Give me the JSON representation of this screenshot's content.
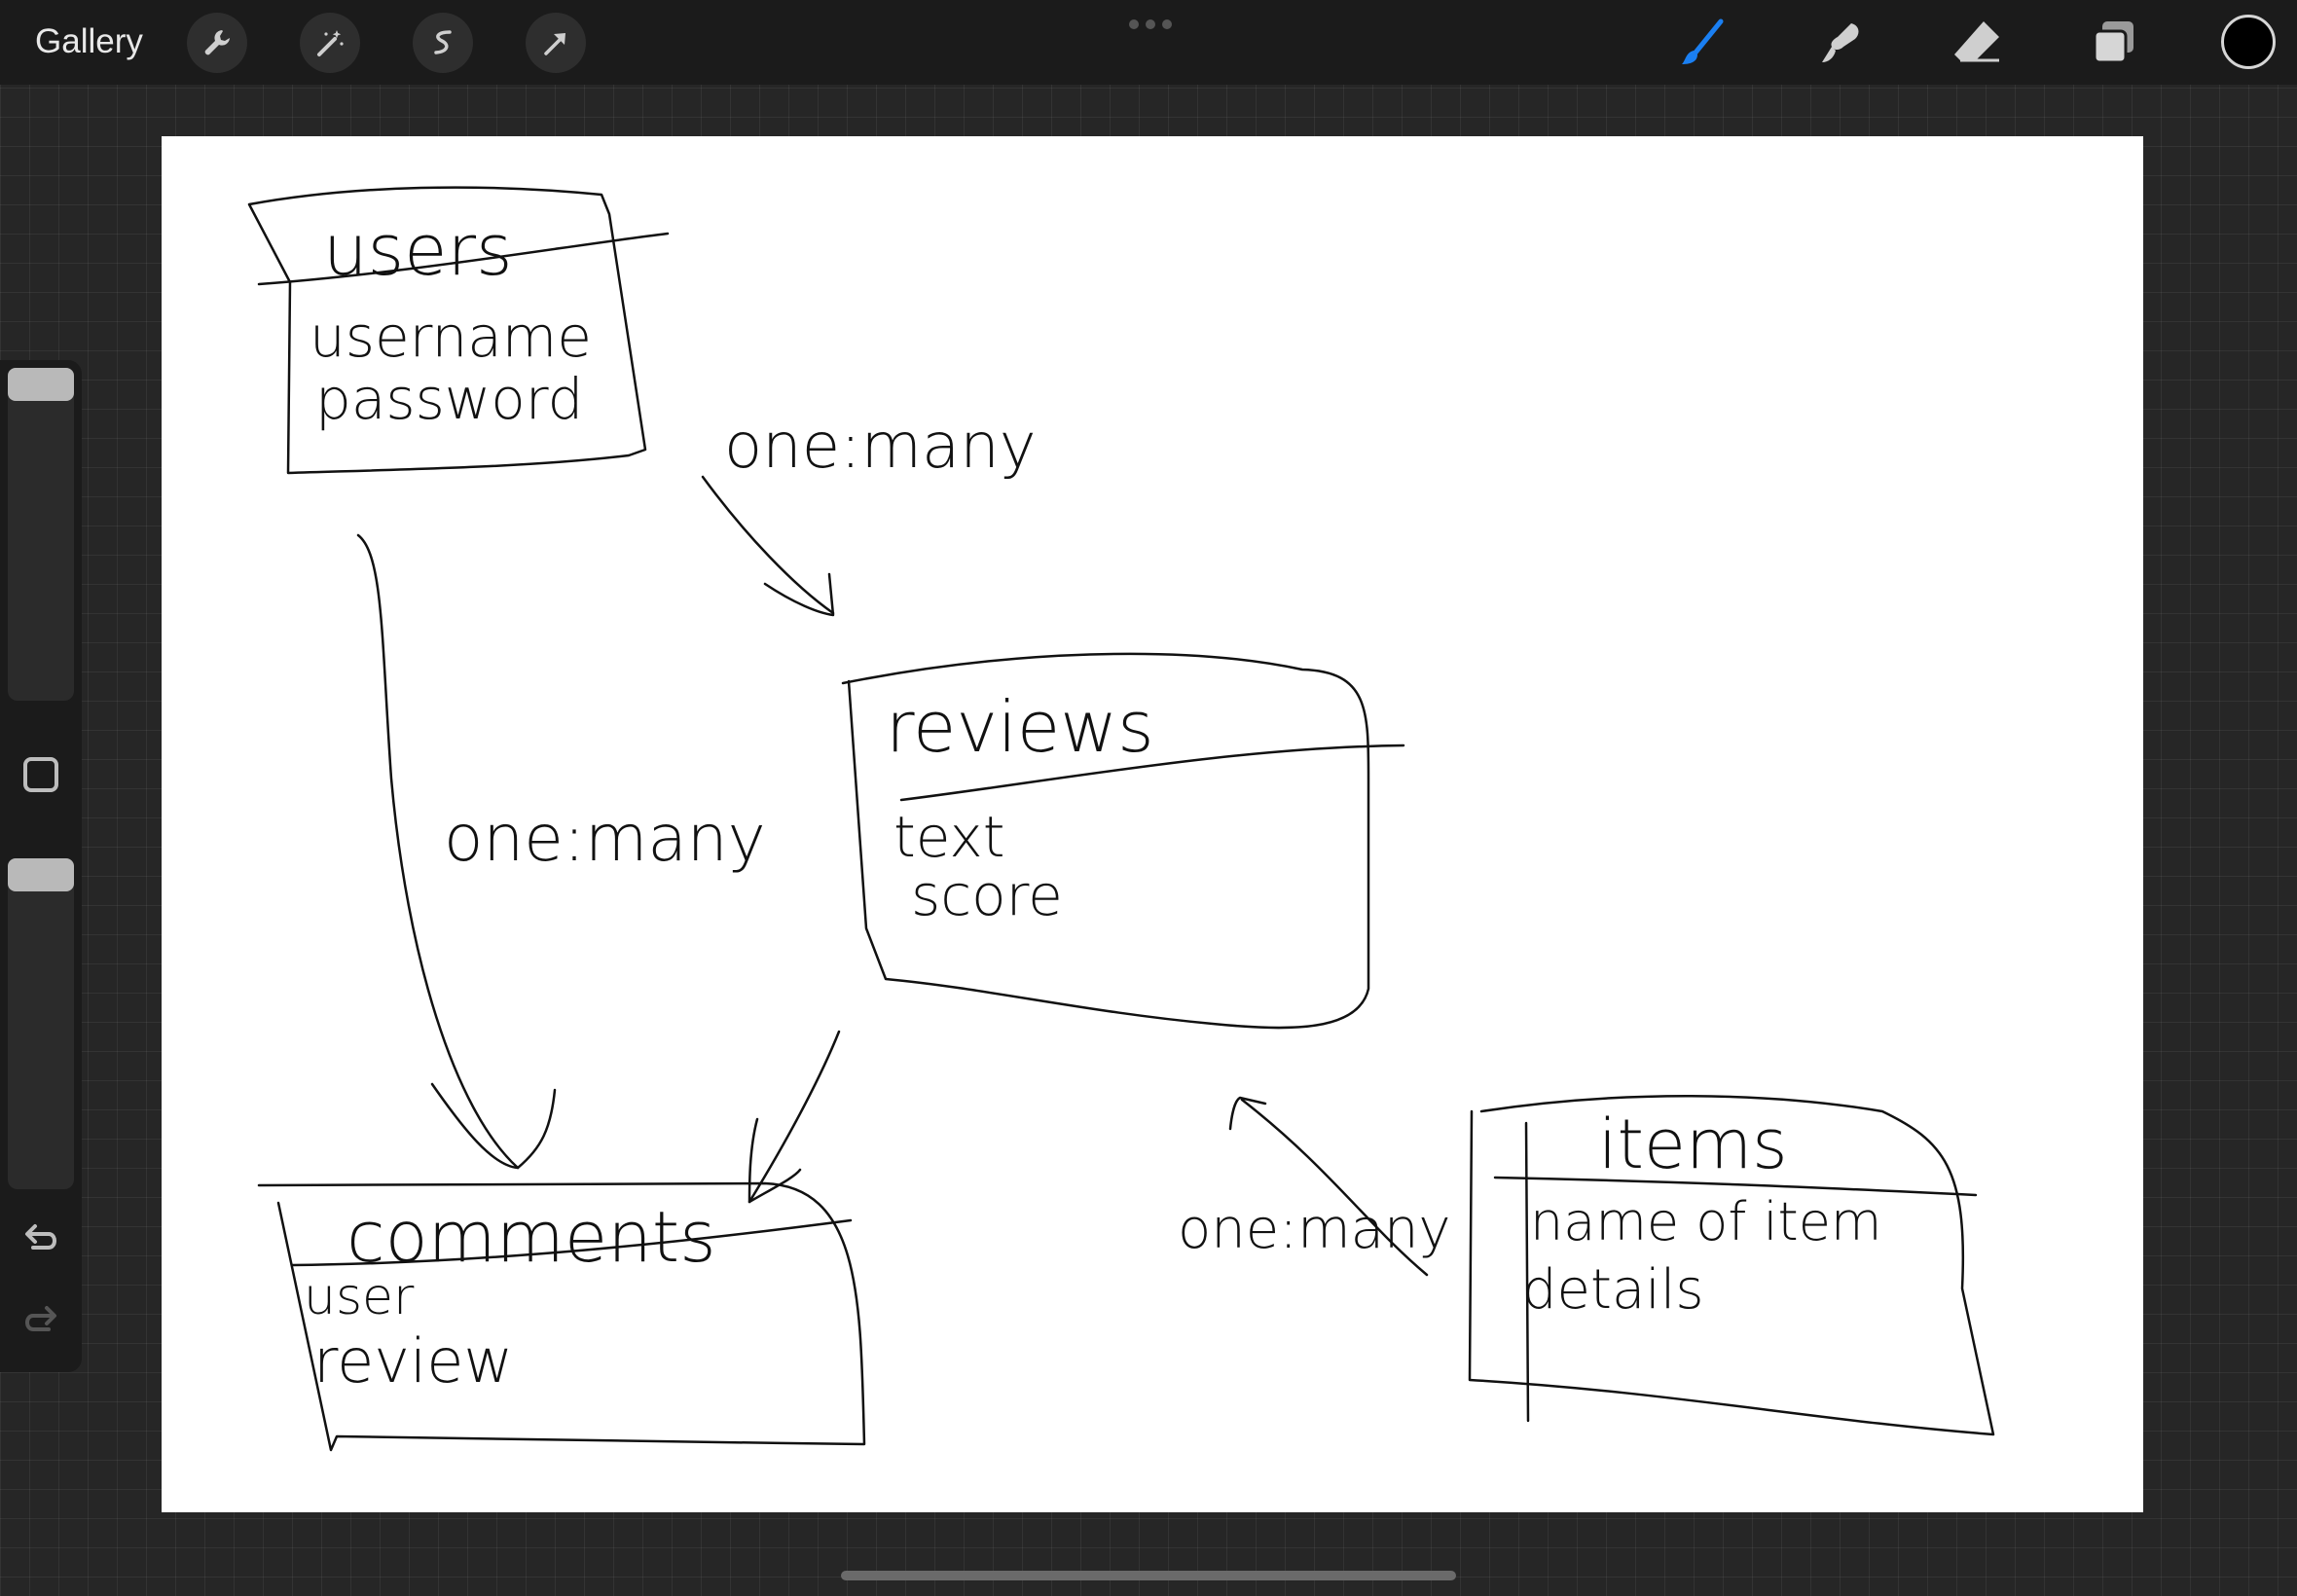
{
  "toolbar": {
    "gallery_label": "Gallery",
    "left_tools": [
      "wrench-icon",
      "magic-wand-icon",
      "selection-icon",
      "transform-arrow-icon"
    ],
    "right_tools": [
      "brush-icon",
      "smudge-icon",
      "eraser-icon",
      "layers-icon"
    ],
    "active_tool": "brush-icon",
    "active_color": "#1a7ff2",
    "current_color": "#000000"
  },
  "sidebar": {
    "controls": [
      "brush-size-slider",
      "modify-button",
      "opacity-slider",
      "undo-icon",
      "redo-icon"
    ]
  },
  "canvas": {
    "tables": [
      {
        "title": "users",
        "fields": [
          "username",
          "password"
        ]
      },
      {
        "title": "reviews",
        "fields": [
          "text",
          "score"
        ]
      },
      {
        "title": "comments",
        "fields": [
          "user",
          "review"
        ]
      },
      {
        "title": "items",
        "fields": [
          "name of item",
          "details"
        ]
      }
    ],
    "relations": [
      {
        "label": "one:many"
      },
      {
        "label": "one:many"
      },
      {
        "label": "one:many"
      }
    ]
  }
}
